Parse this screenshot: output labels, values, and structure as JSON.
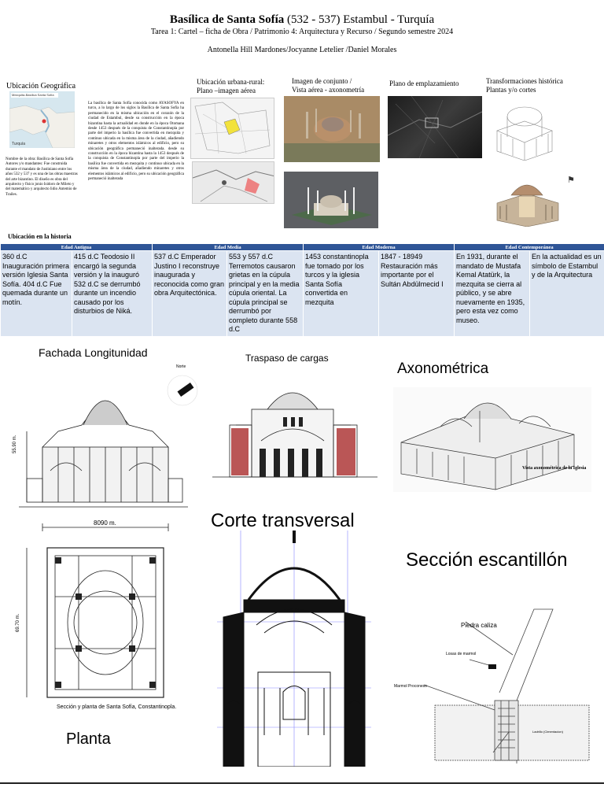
{
  "header": {
    "title_main": "Basílica de Santa Sofía",
    "title_rest": "(532 - 537) Estambul - Turquía",
    "subtitle": "Tarea 1: Cartel – ficha de Obra / Patrimonio 4: Arquitectura y Recurso  / Segundo semestre 2024",
    "authors": "Antonella Hill Mardones/Jocyanne Letelier /Daniel Morales"
  },
  "ubicacion_geografica": {
    "heading": "Ubicación Geográfica",
    "map_title": "Mezquita-Basílica Santa Sofía",
    "map_label": "Turquía",
    "caption": "Nombre de la obra: Basílica de Santa Sofía\nAutores y/o mandantes: Fue construida durante el mandato de Justiniano entre los años 532 y 537 y es una de las obras maestras del arte bizantino. El diseño es obra del arquitecto y físico jonio Isidoro de Mileto y del matemático y arquitecto lidio Antemio de Trailes."
  },
  "description": "La basílica de Santa Sofía conocida como AYASOFYA en turco, a lo largo de los siglos la Basílica de Santa Sofía ha permanecido en la misma ubicación en el corazón de la ciudad de Estambul, desde su construcción en la época bizantina hasta la actualidad en donde en la época Otomana desde 1453 después de la conquista de Constantinopla por parte del imperio la basílica fue convertida en mezquita y continuo ubicada en la misma área de la ciudad, añadiendo minaretes y otros elementos islámicos al edificio, pero su ubicación geográfica permaneció inalterada. desde su construcción en la época bizantina hasta la 1453 después de la conquista de Constantinopla por parte del imperio la basílica fue convertida en mezquita y continuo ubicada en la misma área de la ciudad, añadiendo minaretes y otros elementos islámicos al edificio, pero su ubicación geográfica permaneció inalterada",
  "panels": {
    "urbana": "Ubicación urbana-rural:\nPlano –imagen aérea",
    "conjunto": "Imagen de conjunto /\nVista aérea - axonometría",
    "emplazamiento": "Plano de emplazamiento",
    "transformaciones": "Transformaciones histórica\nPlantas y/o cortes"
  },
  "historia": {
    "heading": "Ubicación en la historia",
    "eras": [
      "Edad Antigua",
      "Edad Media",
      "Edad Moderna",
      "Edad Contemporánea"
    ],
    "cells": [
      "360 d.C Inauguración primera versión Iglesia Santa Sofía. 404 d.C Fue quemada durante un motín.",
      "415 d.C Teodosio II encargó la segunda versión  y la inauguró 532 d.C se derrumbó durante un incendio causado por los disturbios de Niká.",
      "537 d.C Emperador Justino I reconstruye inaugurada y reconocida como gran obra Arquitectónica.",
      "553 y 557 d.C Terremotos  causaron grietas en la cúpula principal y en la media cúpula oriental. La cúpula principal se derrumbó por completo durante 558 d.C",
      "1453 constantinopla fue tomado por los turcos y la iglesia Santa Sofía convertida en mezquita",
      "1847 - 18949 Restauración más importante por el Sultán Abdülmecid I",
      "En 1931, durante el mandato de Mustafa Kemal Atatürk, la mezquita se cierra al público, y se abre nuevamente en 1935, pero esta vez como museo.",
      "En la actualidad es un símbolo de Estambul y de la Arquitectura"
    ]
  },
  "drawings": {
    "fachada": "Fachada Longitunidad",
    "norte": "Norte",
    "height_dim": "55.90 m.",
    "width_dim": "8090 m.",
    "plan_dim": "69.70 m.",
    "plan_caption": "Sección y planta de Santa Sofía, Constantinopla.",
    "planta": "Planta",
    "traspaso": "Traspaso de cargas",
    "axonometrica": "Axonométrica",
    "axon_caption": "Vista axonométrica de la Iglesia",
    "corte": "Corte transversal",
    "seccion": "Sección escantillón",
    "piedra": "Piedra caliza",
    "losas": "Losas de marmol",
    "marmol": "Marmol Proconeso",
    "ladrillo": "Ladrillo (Cimentacion)"
  }
}
